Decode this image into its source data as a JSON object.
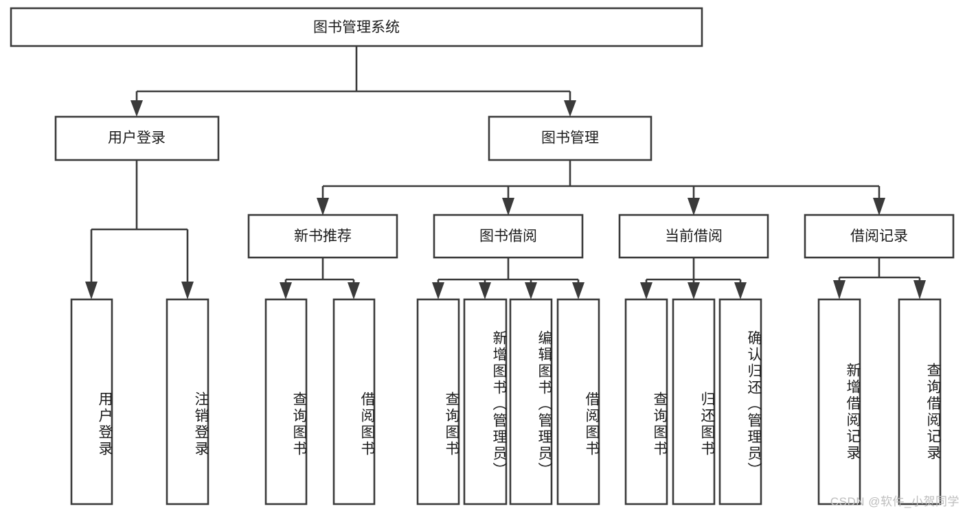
{
  "diagram": {
    "title": "图书管理系统",
    "type": "hierarchy-tree",
    "orientation": "top-down",
    "colors": {
      "box_stroke": "#3a3a3a",
      "box_fill": "#ffffff",
      "text": "#1b1b1b",
      "connector": "#3a3a3a",
      "watermark": "#bdbdbd",
      "background": "#ffffff"
    },
    "root": {
      "label": "图书管理系统",
      "orient": "horizontal"
    },
    "level2": [
      {
        "id": "user-login",
        "label": "用户登录",
        "orient": "horizontal"
      },
      {
        "id": "book-manage",
        "label": "图书管理",
        "orient": "horizontal"
      }
    ],
    "level3": [
      {
        "id": "new-book-recommend",
        "label": "新书推荐",
        "orient": "horizontal",
        "parent": "book-manage"
      },
      {
        "id": "book-borrow",
        "label": "图书借阅",
        "orient": "horizontal",
        "parent": "book-manage"
      },
      {
        "id": "current-borrow",
        "label": "当前借阅",
        "orient": "horizontal",
        "parent": "book-manage"
      },
      {
        "id": "borrow-record",
        "label": "借阅记录",
        "orient": "horizontal",
        "parent": "book-manage"
      }
    ],
    "leaves": [
      {
        "id": "leaf-user-login",
        "label": "用户登录",
        "parent": "user-login",
        "orient": "vertical"
      },
      {
        "id": "leaf-logout",
        "label": "注销登录",
        "parent": "user-login",
        "orient": "vertical"
      },
      {
        "id": "leaf-query-book-1",
        "label": "查询图书",
        "parent": "new-book-recommend",
        "orient": "vertical"
      },
      {
        "id": "leaf-borrow-book-1",
        "label": "借阅图书",
        "parent": "new-book-recommend",
        "orient": "vertical"
      },
      {
        "id": "leaf-query-book-2",
        "label": "查询图书",
        "parent": "book-borrow",
        "orient": "vertical"
      },
      {
        "id": "leaf-add-book",
        "label": "新增图书（管理员）",
        "parent": "book-borrow",
        "orient": "vertical"
      },
      {
        "id": "leaf-edit-book",
        "label": "编辑图书（管理员）",
        "parent": "book-borrow",
        "orient": "vertical"
      },
      {
        "id": "leaf-borrow-book-2",
        "label": "借阅图书",
        "parent": "book-borrow",
        "orient": "vertical"
      },
      {
        "id": "leaf-query-book-3",
        "label": "查询图书",
        "parent": "current-borrow",
        "orient": "vertical"
      },
      {
        "id": "leaf-return-book",
        "label": "归还图书",
        "parent": "current-borrow",
        "orient": "vertical"
      },
      {
        "id": "leaf-confirm-return",
        "label": "确认归还（管理员）",
        "parent": "current-borrow",
        "orient": "vertical"
      },
      {
        "id": "leaf-add-record",
        "label": "新增借阅记录",
        "parent": "borrow-record",
        "orient": "vertical"
      },
      {
        "id": "leaf-query-record",
        "label": "查询借阅记录",
        "parent": "borrow-record",
        "orient": "vertical"
      }
    ]
  },
  "watermark": {
    "text": "CSDN @软件_小贺同学"
  }
}
